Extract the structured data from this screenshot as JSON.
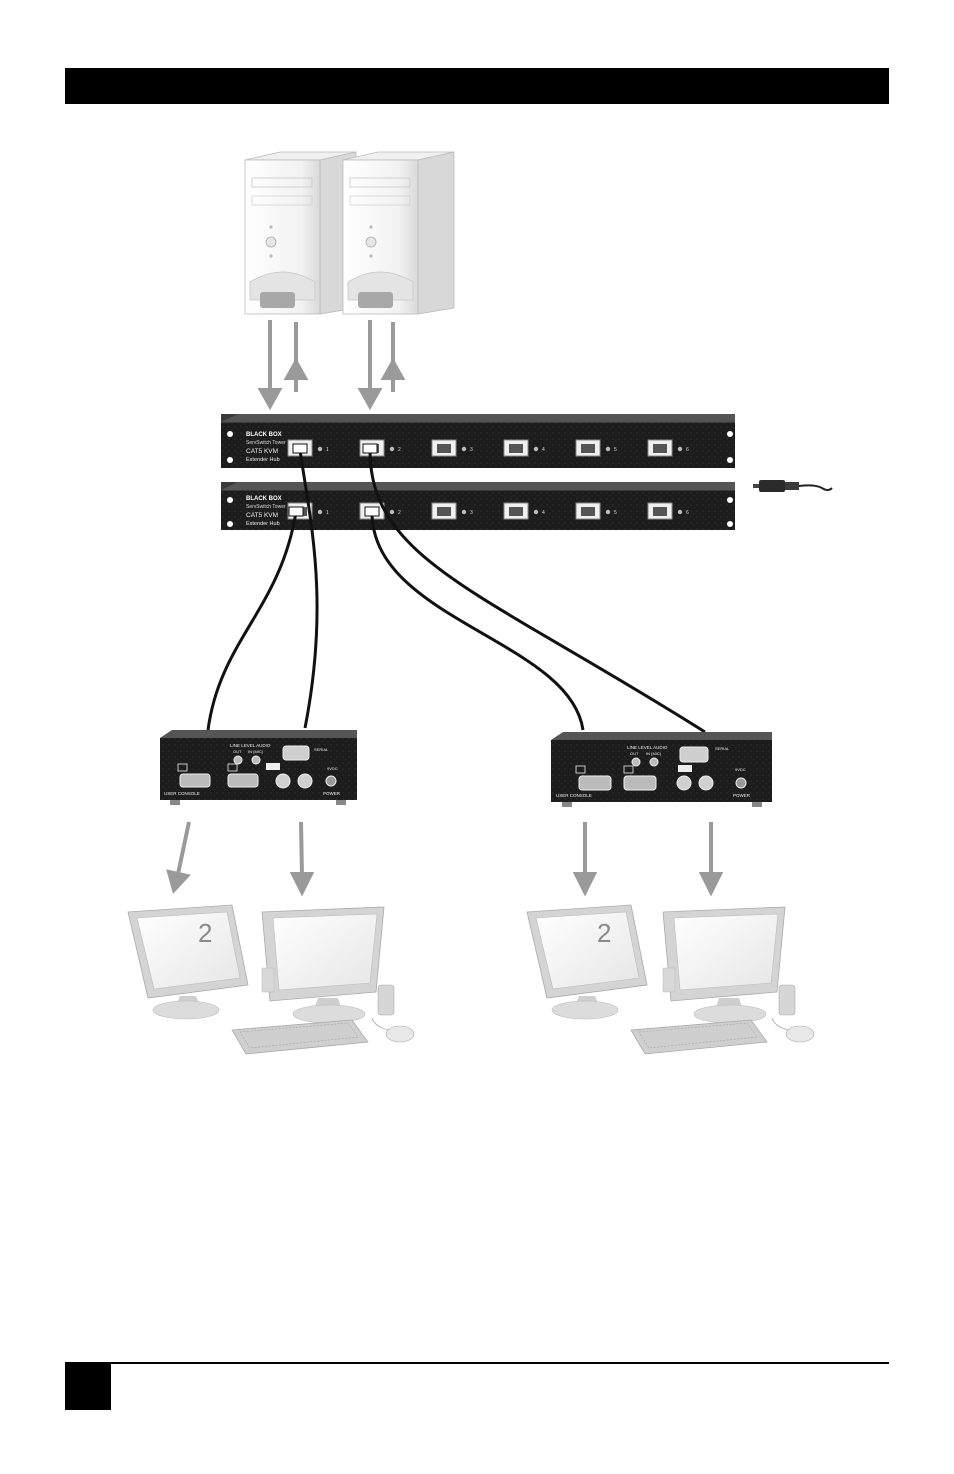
{
  "hub": {
    "brand": "BLACK BOX",
    "line1": "ServSwitch Tower",
    "line2": "CAT5 KVM",
    "line3": "Extender Hub",
    "ports": [
      "1",
      "2",
      "3",
      "4",
      "5",
      "6"
    ]
  },
  "receiver": {
    "user_console": "USER CONSOLE",
    "line_level_audio": "LINE LEVEL AUDIO",
    "out": "OUT",
    "in_mic": "IN (MIC)",
    "serial": "SERIAL",
    "power": "POWER",
    "dc": "9VDC"
  },
  "monitor_number": "2"
}
